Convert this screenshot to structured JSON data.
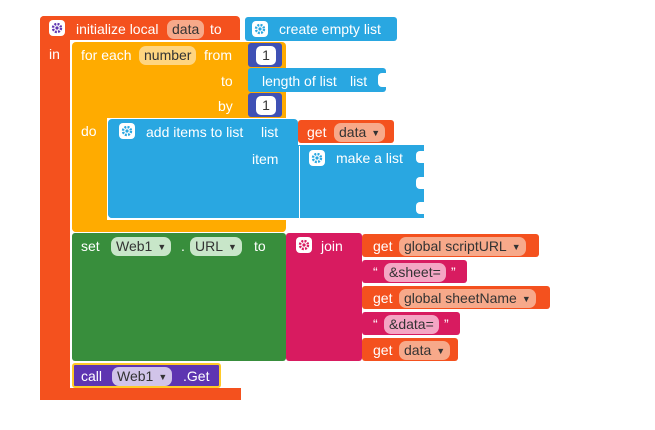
{
  "init_block": {
    "label": "initialize local",
    "var": "data",
    "to": "to",
    "in": "in"
  },
  "create_list": {
    "label": "create empty list"
  },
  "foreach": {
    "label": "for each",
    "var": "number",
    "from": "from",
    "to": "to",
    "by": "by",
    "do": "do",
    "from_value": "1",
    "by_value": "1"
  },
  "length_list": {
    "label": "length of list",
    "list": "list"
  },
  "add_items": {
    "label": "add items to list",
    "list": "list",
    "item": "item"
  },
  "get_data_1": {
    "get": "get",
    "var": "data"
  },
  "make_list": {
    "label": "make a list"
  },
  "set_block": {
    "set": "set",
    "component": "Web1",
    "dot": ".",
    "property": "URL",
    "to": "to"
  },
  "join": {
    "label": "join"
  },
  "get_script": {
    "get": "get",
    "var": "global scriptURL"
  },
  "text_sheet": {
    "value": "&sheet="
  },
  "get_sheet": {
    "get": "get",
    "var": "global sheetName"
  },
  "text_data": {
    "value": "&data="
  },
  "get_data_2": {
    "get": "get",
    "var": "data"
  },
  "call_block": {
    "call": "call",
    "component": "Web1",
    "method": ".Get"
  },
  "quotes": {
    "open": "“",
    "close": "”"
  },
  "colors": {
    "variables": "#F4511E",
    "lists": "#29A7E1",
    "control": "#FFAB00",
    "math": "#3F51B5",
    "component": "#388E3C",
    "text": "#D81B60",
    "method": "#5E35B1",
    "value": "#FFCA28"
  }
}
